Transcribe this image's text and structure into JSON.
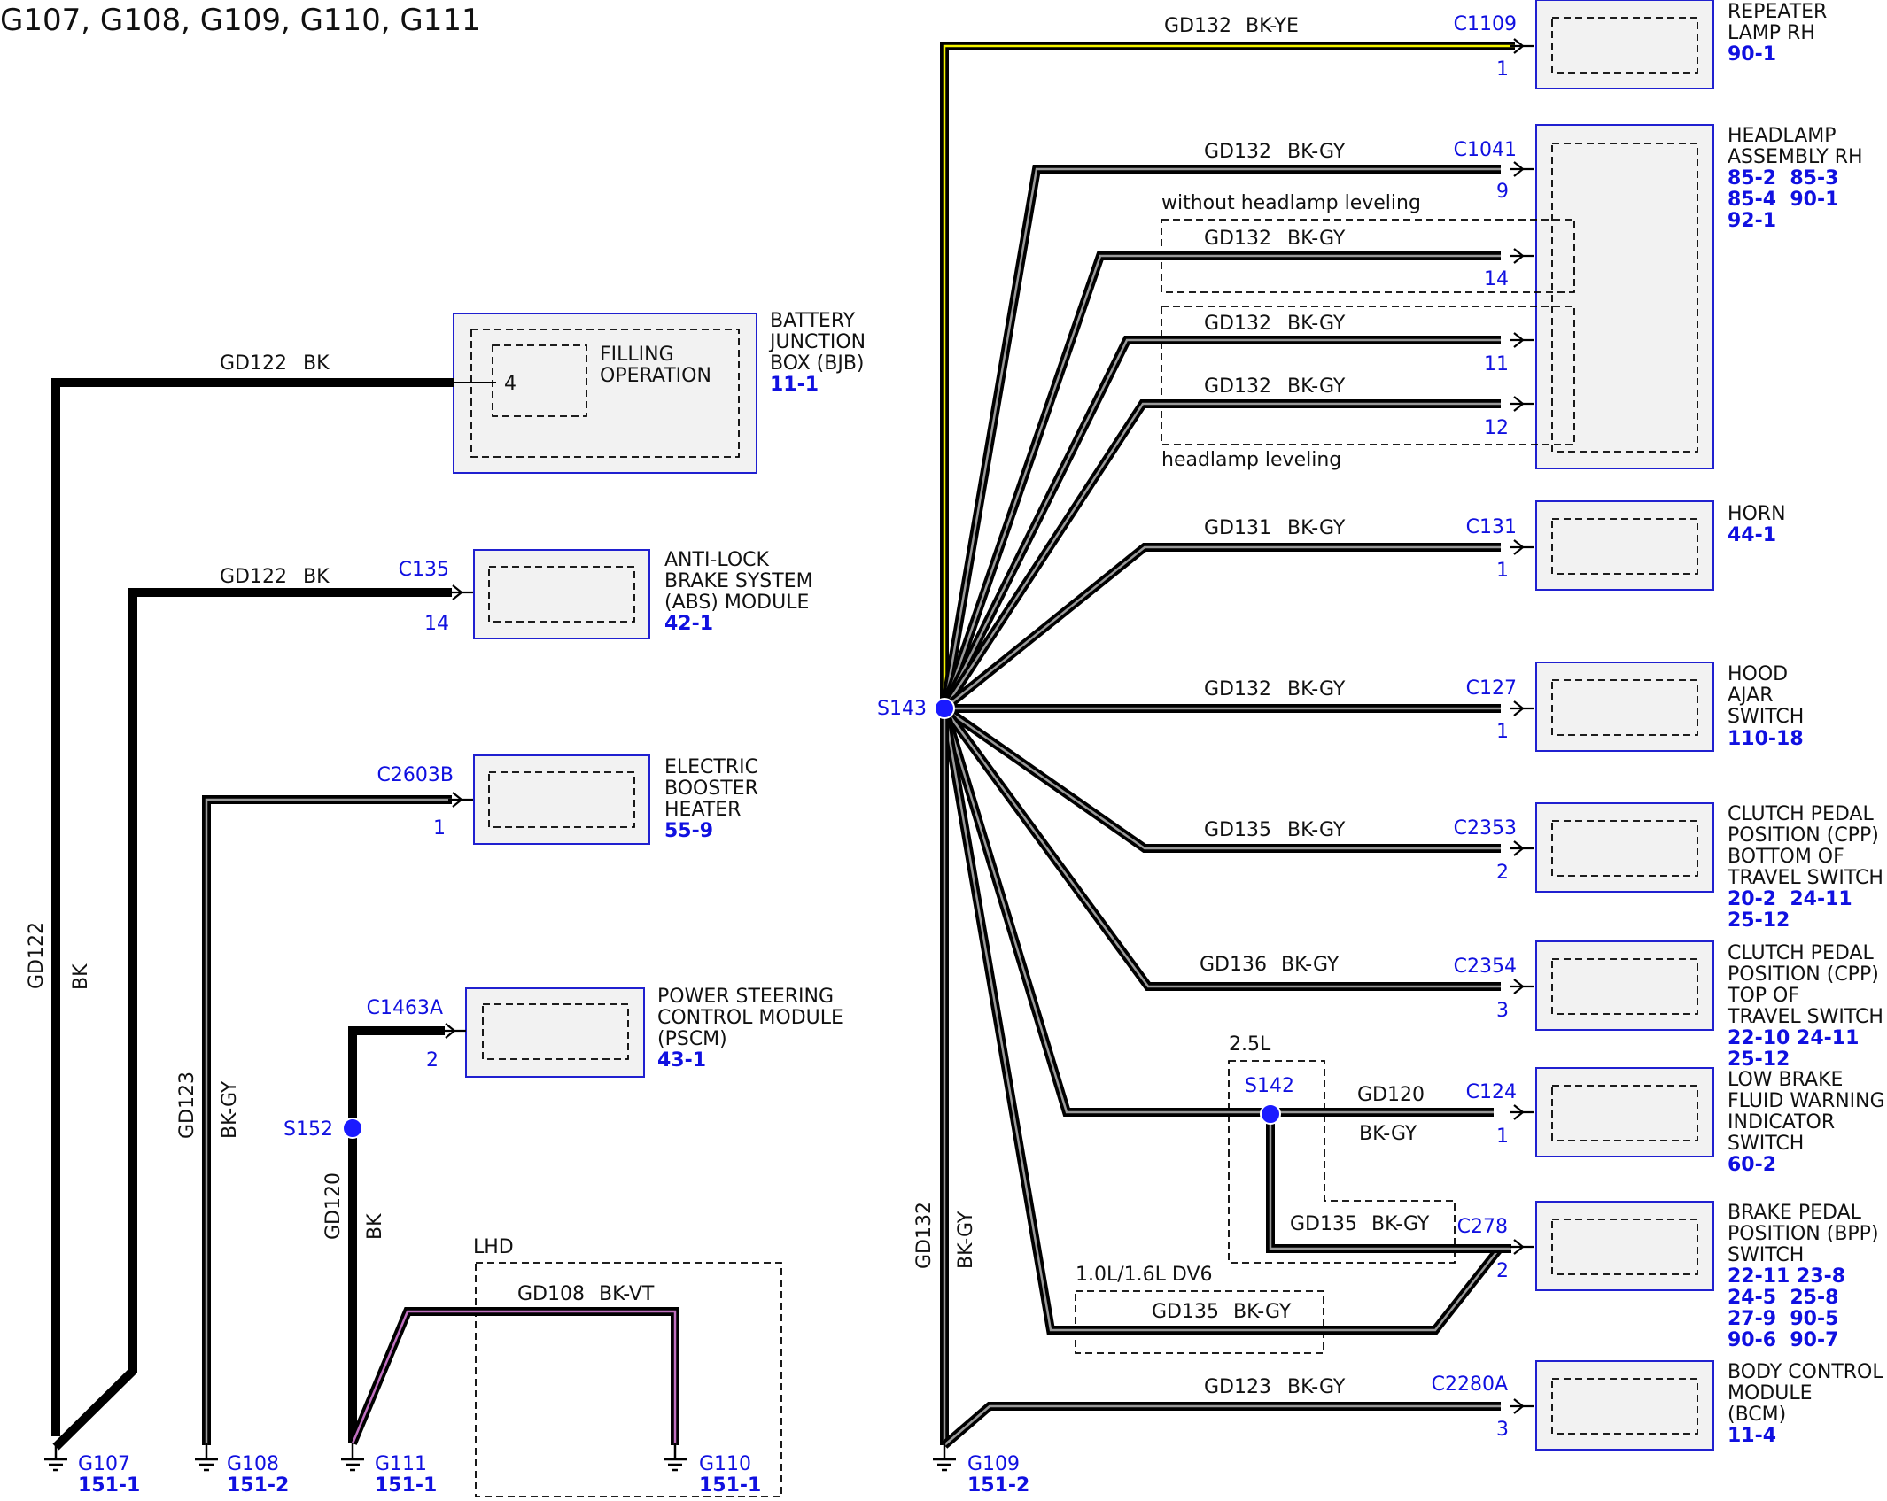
{
  "title": "G107, G108, G109, G110, G111",
  "grounds": [
    {
      "id": "G107",
      "ref": "151-1"
    },
    {
      "id": "G108",
      "ref": "151-2"
    },
    {
      "id": "G111",
      "ref": "151-1"
    },
    {
      "id": "G110",
      "ref": "151-1"
    },
    {
      "id": "G109",
      "ref": "151-2"
    }
  ],
  "splices": [
    {
      "id": "S143"
    },
    {
      "id": "S152"
    },
    {
      "id": "S142"
    }
  ],
  "components": [
    {
      "name": [
        "BATTERY",
        "JUNCTION",
        "BOX (BJB)"
      ],
      "refs": [
        "11-1"
      ],
      "inner": [
        "FILLING",
        "OPERATION"
      ],
      "pin": "4"
    },
    {
      "name": [
        "ANTI-LOCK",
        "BRAKE SYSTEM",
        "(ABS) MODULE"
      ],
      "refs": [
        "42-1"
      ],
      "conn": "C135",
      "pin": "14"
    },
    {
      "name": [
        "ELECTRIC",
        "BOOSTER",
        "HEATER"
      ],
      "refs": [
        "55-9"
      ],
      "conn": "C2603B",
      "pin": "1"
    },
    {
      "name": [
        "POWER STEERING",
        "CONTROL MODULE",
        "(PSCM)"
      ],
      "refs": [
        "43-1"
      ],
      "conn": "C1463A",
      "pin": "2"
    },
    {
      "name": [
        "REPEATER",
        "LAMP RH"
      ],
      "refs": [
        "90-1"
      ],
      "conn": "C1109",
      "pin": "1"
    },
    {
      "name": [
        "HEADLAMP",
        "ASSEMBLY RH"
      ],
      "refs": [
        "85-2  85-3",
        "85-4  90-1",
        "92-1"
      ],
      "conn": "C1041",
      "pins": [
        "9",
        "14",
        "11",
        "12"
      ]
    },
    {
      "name": [
        "HORN"
      ],
      "refs": [
        "44-1"
      ],
      "conn": "C131",
      "pin": "1"
    },
    {
      "name": [
        "HOOD",
        "AJAR",
        "SWITCH"
      ],
      "refs": [
        "110-18"
      ],
      "conn": "C127",
      "pin": "1"
    },
    {
      "name": [
        "CLUTCH PEDAL",
        "POSITION (CPP)",
        "BOTTOM OF",
        "TRAVEL SWITCH"
      ],
      "refs": [
        "20-2  24-11",
        "25-12"
      ],
      "conn": "C2353",
      "pin": "2"
    },
    {
      "name": [
        "CLUTCH PEDAL",
        "POSITION (CPP)",
        "TOP OF",
        "TRAVEL SWITCH"
      ],
      "refs": [
        "22-10 24-11",
        "25-12"
      ],
      "conn": "C2354",
      "pin": "3"
    },
    {
      "name": [
        "LOW BRAKE",
        "FLUID WARNING",
        "INDICATOR",
        "SWITCH"
      ],
      "refs": [
        "60-2"
      ],
      "conn": "C124",
      "pin": "1"
    },
    {
      "name": [
        "BRAKE PEDAL",
        "POSITION (BPP)",
        "SWITCH"
      ],
      "refs": [
        "22-11 23-8",
        "24-5  25-8",
        "27-9  90-5",
        "90-6  90-7"
      ],
      "conn": "C278",
      "pin": "2"
    },
    {
      "name": [
        "BODY CONTROL",
        "MODULE",
        "(BCM)"
      ],
      "refs": [
        "11-4"
      ],
      "conn": "C2280A",
      "pin": "3"
    }
  ],
  "wires": [
    {
      "circuit": "GD122",
      "color": "BK"
    },
    {
      "circuit": "GD122",
      "color": "BK"
    },
    {
      "circuit": "GD123",
      "color": "BK-GY"
    },
    {
      "circuit": "GD120",
      "color": "BK"
    },
    {
      "circuit": "GD108",
      "color": "BK-VT"
    },
    {
      "circuit": "GD132",
      "color": "BK-YE"
    },
    {
      "circuit": "GD132",
      "color": "BK-GY"
    },
    {
      "circuit": "GD131",
      "color": "BK-GY"
    },
    {
      "circuit": "GD135",
      "color": "BK-GY"
    },
    {
      "circuit": "GD136",
      "color": "BK-GY"
    },
    {
      "circuit": "GD120",
      "color": "BK-GY"
    },
    {
      "circuit": "GD123",
      "color": "BK-GY"
    }
  ],
  "options": [
    "without headlamp leveling",
    "headlamp leveling",
    "LHD",
    "2.5L",
    "1.0L/1.6L DV6"
  ],
  "wire_colors": {
    "BK": "#000000",
    "BK-GY": "#9a9a9a",
    "BK-YE": "#f5f500",
    "BK-VT": "#c070c0",
    "connector_text": "#1010e0"
  }
}
